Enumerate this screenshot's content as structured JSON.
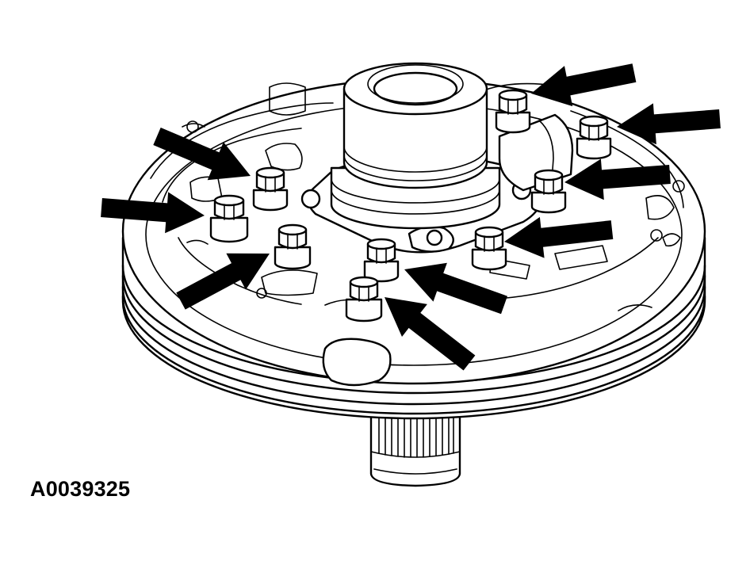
{
  "figure": {
    "id_label": "A0039325"
  },
  "colors": {
    "line": "#000000",
    "background": "#ffffff"
  },
  "callouts": {
    "arrow_count": 9,
    "target": "bolts"
  }
}
